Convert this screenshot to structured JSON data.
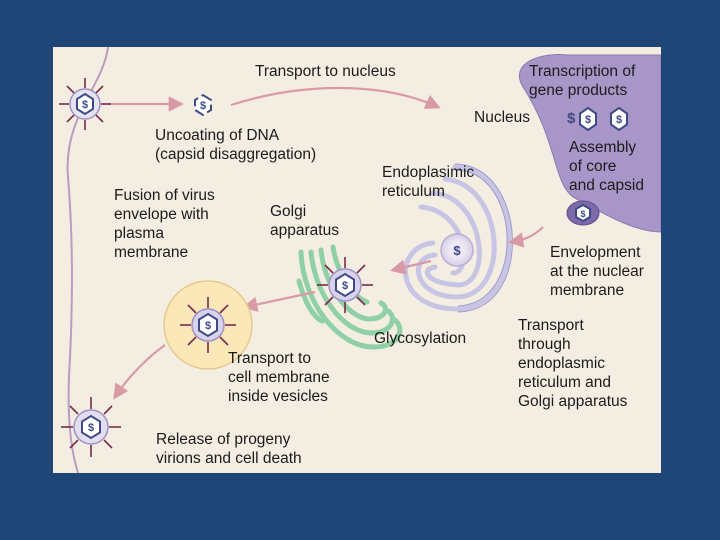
{
  "labels": {
    "transport_to_nucleus": "Transport to nucleus",
    "uncoating": [
      "Uncoating of DNA",
      "(capsid disaggregation)"
    ],
    "transcription": [
      "Transcription of",
      "gene products"
    ],
    "nucleus": "Nucleus",
    "assembly": [
      "Assembly",
      "of core",
      "and capsid"
    ],
    "endoplasmic_reticulum": [
      "Endoplasimic",
      "reticulum"
    ],
    "fusion": [
      "Fusion of virus",
      "envelope with",
      "plasma",
      "membrane"
    ],
    "golgi": [
      "Golgi",
      "apparatus"
    ],
    "envelopment": [
      "Envelopment",
      "at the nuclear",
      "membrane"
    ],
    "glycosylation": "Glycosylation",
    "transport_er_golgi": [
      "Transport",
      "through",
      "endoplasmic",
      "reticulum and",
      "Golgi apparatus"
    ],
    "transport_cell_membrane": [
      "Transport to",
      "cell membrane",
      "inside vesicles"
    ],
    "release": [
      "Release of progeny",
      "virions and cell death"
    ]
  },
  "colors": {
    "background": "#1f4677",
    "cell": "#f4eee2",
    "cytoplasm": "#f2e8d8",
    "nucleus": "#a996c8",
    "er": "#c8c4e4",
    "golgi": "#8fd0a6",
    "arrow": "#d99aa8",
    "capsid": "#3d4a86",
    "spike": "#7a2a4a",
    "vesicle": "#fbe7b8"
  }
}
